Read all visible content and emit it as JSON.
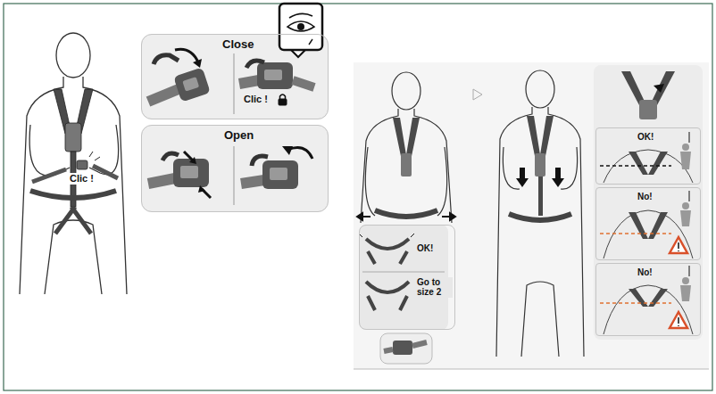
{
  "diagram": {
    "nodes": [
      {
        "text": [
          "Close",
          "Clic !"
        ]
      },
      {
        "text": [
          "Open"
        ]
      },
      {
        "text": [
          "OK!",
          "Go to size 2"
        ]
      },
      {
        "text": [
          "OK!"
        ]
      },
      {
        "text": [
          "No!"
        ]
      },
      {
        "text": [
          "No!"
        ]
      }
    ],
    "labels": [
      "Clic !"
    ]
  }
}
